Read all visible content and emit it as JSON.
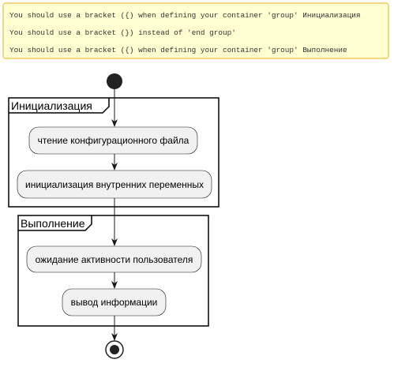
{
  "warnings": [
    "You should use a bracket ({) when defining your container 'group' Инициализация",
    "You should use a bracket (}) instead of 'end group'",
    "You should use a bracket ({) when defining your container 'group' Выполнение"
  ],
  "groups": [
    {
      "title": "Инициализация",
      "actions": [
        "чтение конфигурационного файла",
        "инициализация внутренних переменных"
      ]
    },
    {
      "title": "Выполнение",
      "actions": [
        "ожидание активности пользователя",
        "вывод информации"
      ]
    }
  ],
  "colors": {
    "warning_background": "#ffffd2",
    "warning_border": "#f0d97e",
    "action_fill": "#f1f1f1",
    "action_border": "#181818",
    "node_fill": "#222222"
  }
}
